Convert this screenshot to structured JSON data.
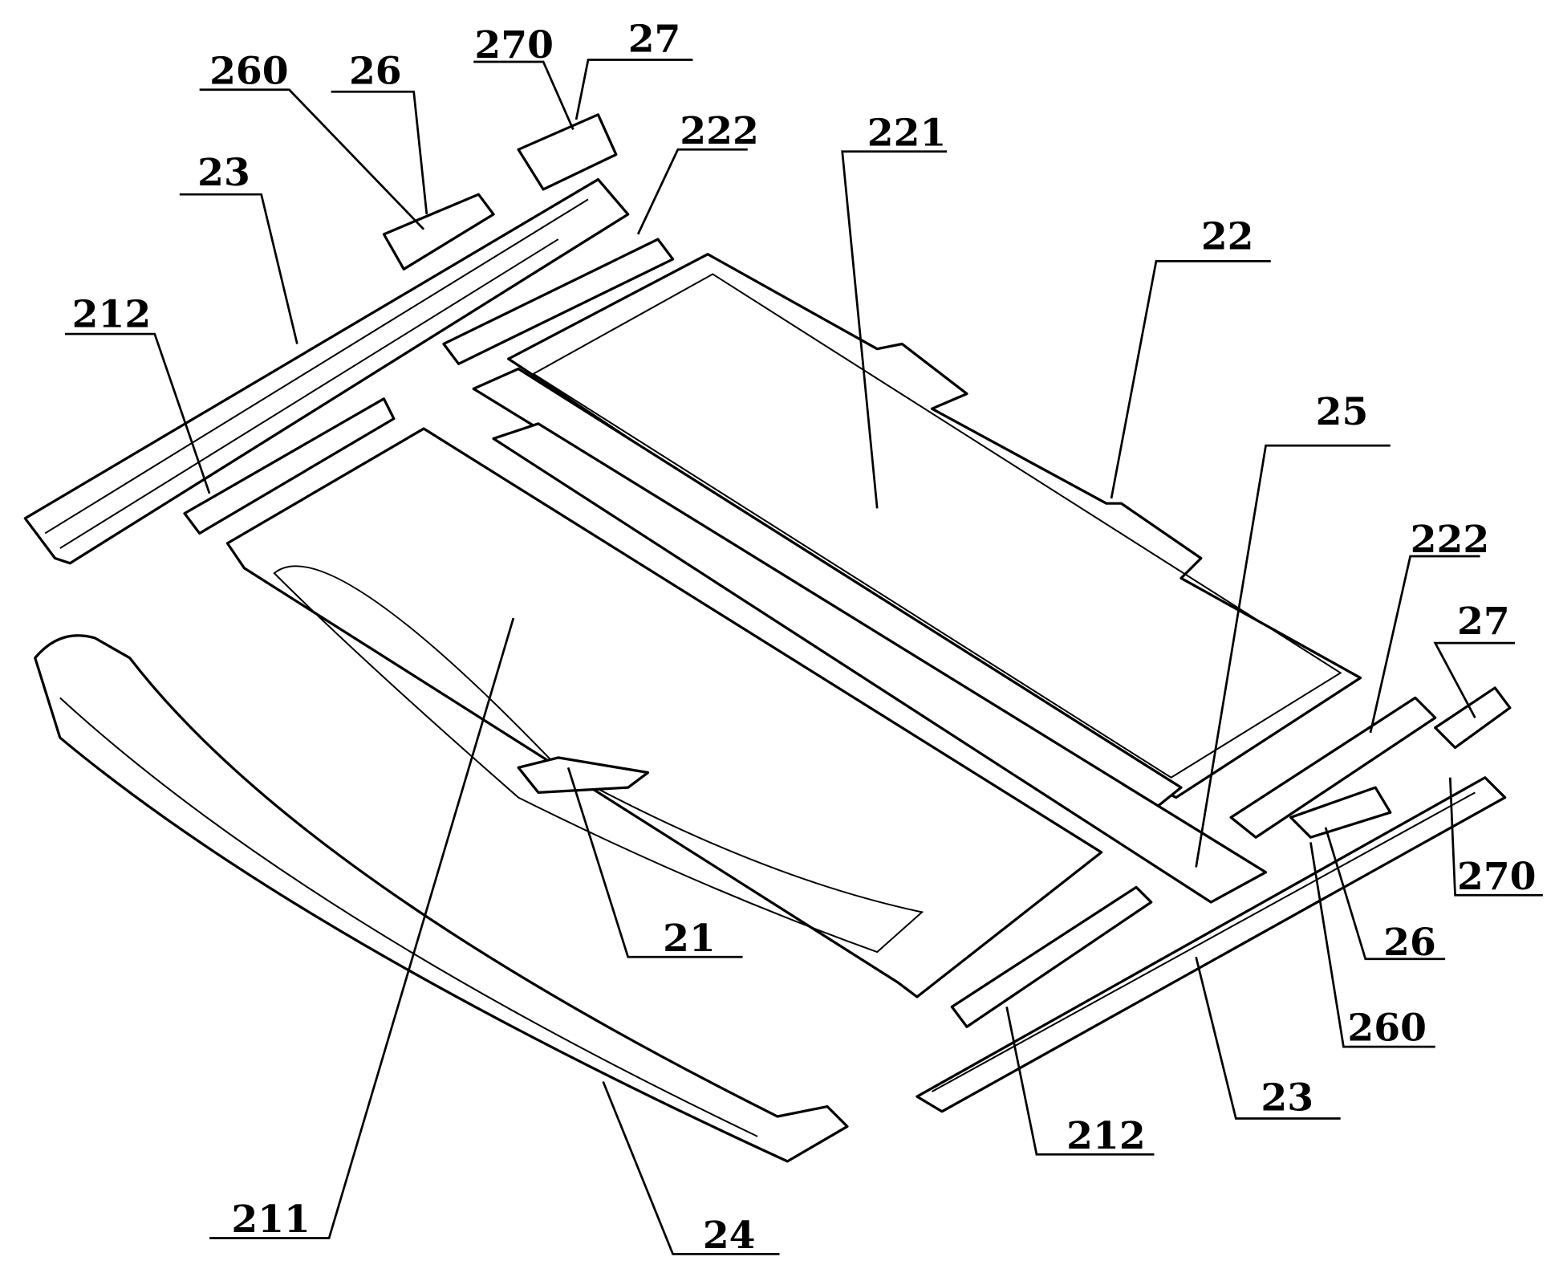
{
  "figure": {
    "labels": [
      {
        "id": "l260a",
        "text": "260"
      },
      {
        "id": "l26a",
        "text": "26"
      },
      {
        "id": "l270a",
        "text": "270"
      },
      {
        "id": "l27a",
        "text": "27"
      },
      {
        "id": "l222a",
        "text": "222"
      },
      {
        "id": "l221",
        "text": "221"
      },
      {
        "id": "l22",
        "text": "22"
      },
      {
        "id": "l23a",
        "text": "23"
      },
      {
        "id": "l212a",
        "text": "212"
      },
      {
        "id": "l25",
        "text": "25"
      },
      {
        "id": "l222b",
        "text": "222"
      },
      {
        "id": "l27b",
        "text": "27"
      },
      {
        "id": "l270b",
        "text": "270"
      },
      {
        "id": "l26b",
        "text": "26"
      },
      {
        "id": "l260b",
        "text": "260"
      },
      {
        "id": "l23b",
        "text": "23"
      },
      {
        "id": "l212b",
        "text": "212"
      },
      {
        "id": "l21",
        "text": "21"
      },
      {
        "id": "l211",
        "text": "211"
      },
      {
        "id": "l24",
        "text": "24"
      }
    ]
  }
}
